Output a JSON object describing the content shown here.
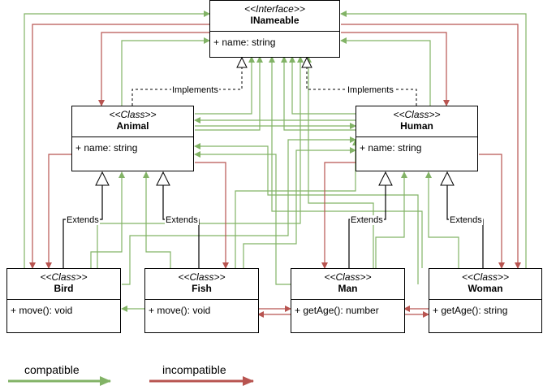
{
  "classes": {
    "inameable": {
      "stereotype": "<<Interface>>",
      "name": "INameable",
      "member": "+ name: string"
    },
    "animal": {
      "stereotype": "<<Class>>",
      "name": "Animal",
      "member": "+ name: string"
    },
    "human": {
      "stereotype": "<<Class>>",
      "name": "Human",
      "member": "+ name: string"
    },
    "bird": {
      "stereotype": "<<Class>>",
      "name": "Bird",
      "member": "+ move(): void"
    },
    "fish": {
      "stereotype": "<<Class>>",
      "name": "Fish",
      "member": "+ move(): void"
    },
    "man": {
      "stereotype": "<<Class>>",
      "name": "Man",
      "member": "+ getAge(): number"
    },
    "woman": {
      "stereotype": "<<Class>>",
      "name": "Woman",
      "member": "+ getAge(): string"
    }
  },
  "labels": {
    "implements": "Implements",
    "extends": "Extends"
  },
  "legend": {
    "compatible": "compatible",
    "incompatible": "incompatible"
  },
  "colors": {
    "compatible": "#82b366",
    "incompatible": "#b85450",
    "border": "#000000"
  }
}
